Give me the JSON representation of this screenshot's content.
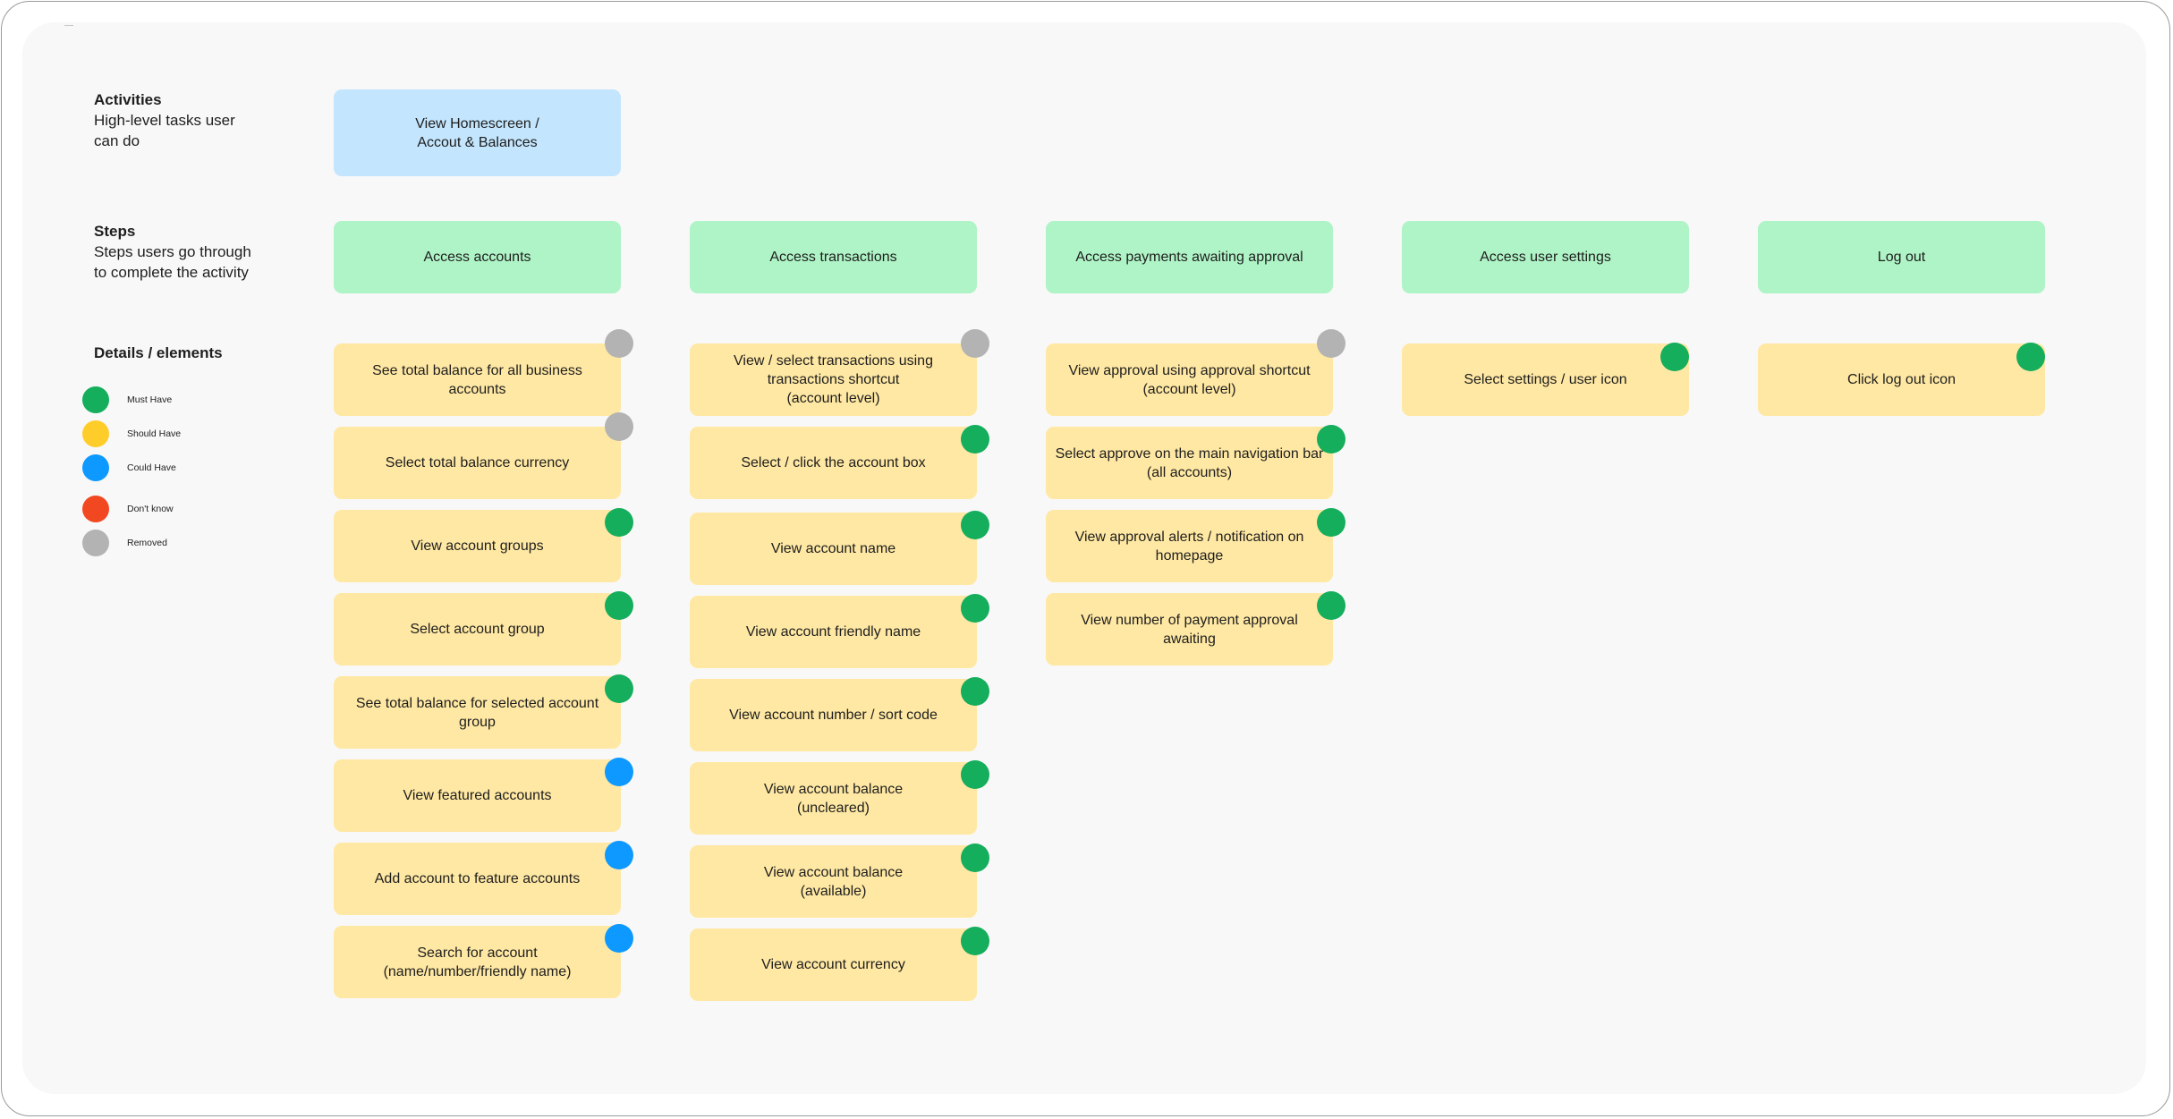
{
  "rows": {
    "activities": {
      "title": "Activities",
      "desc": "High-level tasks user\ncan do"
    },
    "steps": {
      "title": "Steps",
      "desc": "Steps users go through\nto complete the activity"
    },
    "details": {
      "title": "Details / elements"
    }
  },
  "priority_colors": {
    "must": "#14ae5c",
    "should": "#ffcd29",
    "could": "#0d99ff",
    "dont_know": "#f24822",
    "removed": "#b3b3b3"
  },
  "legend": [
    {
      "key": "must",
      "label": "Must Have"
    },
    {
      "key": "should",
      "label": "Should Have"
    },
    {
      "key": "could",
      "label": "Could Have"
    },
    {
      "key": "dont_know",
      "label": "Don't know"
    },
    {
      "key": "removed",
      "label": "Removed"
    }
  ],
  "activity": {
    "label": "View Homescreen /\nAccout & Balances"
  },
  "columns": [
    {
      "step": "Access accounts",
      "details": [
        {
          "label": "See total balance for all business accounts",
          "priority": "removed"
        },
        {
          "label": "Select total balance currency",
          "priority": "removed"
        },
        {
          "label": "View account groups",
          "priority": "must"
        },
        {
          "label": "Select account group",
          "priority": "must"
        },
        {
          "label": "See total balance for selected account group",
          "priority": "must"
        },
        {
          "label": "View featured accounts",
          "priority": "could"
        },
        {
          "label": "Add account to feature accounts",
          "priority": "could"
        },
        {
          "label": "Search for account\n(name/number/friendly name)",
          "priority": "could"
        }
      ]
    },
    {
      "step": "Access transactions",
      "details": [
        {
          "label": "View / select transactions using\ntransactions shortcut\n(account level)",
          "priority": "removed"
        },
        {
          "label": "Select / click the account box",
          "priority": "must"
        },
        {
          "label": "View account name",
          "priority": "must"
        },
        {
          "label": "View account friendly name",
          "priority": "must"
        },
        {
          "label": "View account number / sort code",
          "priority": "must"
        },
        {
          "label": "View account balance\n(uncleared)",
          "priority": "must"
        },
        {
          "label": "View account balance\n(available)",
          "priority": "must"
        },
        {
          "label": "View account currency",
          "priority": "must"
        }
      ]
    },
    {
      "step": "Access payments awaiting approval",
      "details": [
        {
          "label": "View approval using approval shortcut\n(account level)",
          "priority": "removed"
        },
        {
          "label": "Select approve on the main navigation bar\n(all accounts)",
          "priority": "must"
        },
        {
          "label": "View approval alerts / notification on\nhomepage",
          "priority": "must"
        },
        {
          "label": "View number of payment approval awaiting",
          "priority": "must"
        }
      ]
    },
    {
      "step": "Access user settings",
      "details": [
        {
          "label": "Select settings / user icon",
          "priority": "must"
        }
      ]
    },
    {
      "step": "Log out",
      "details": [
        {
          "label": "Click log out icon",
          "priority": "must"
        }
      ]
    }
  ]
}
